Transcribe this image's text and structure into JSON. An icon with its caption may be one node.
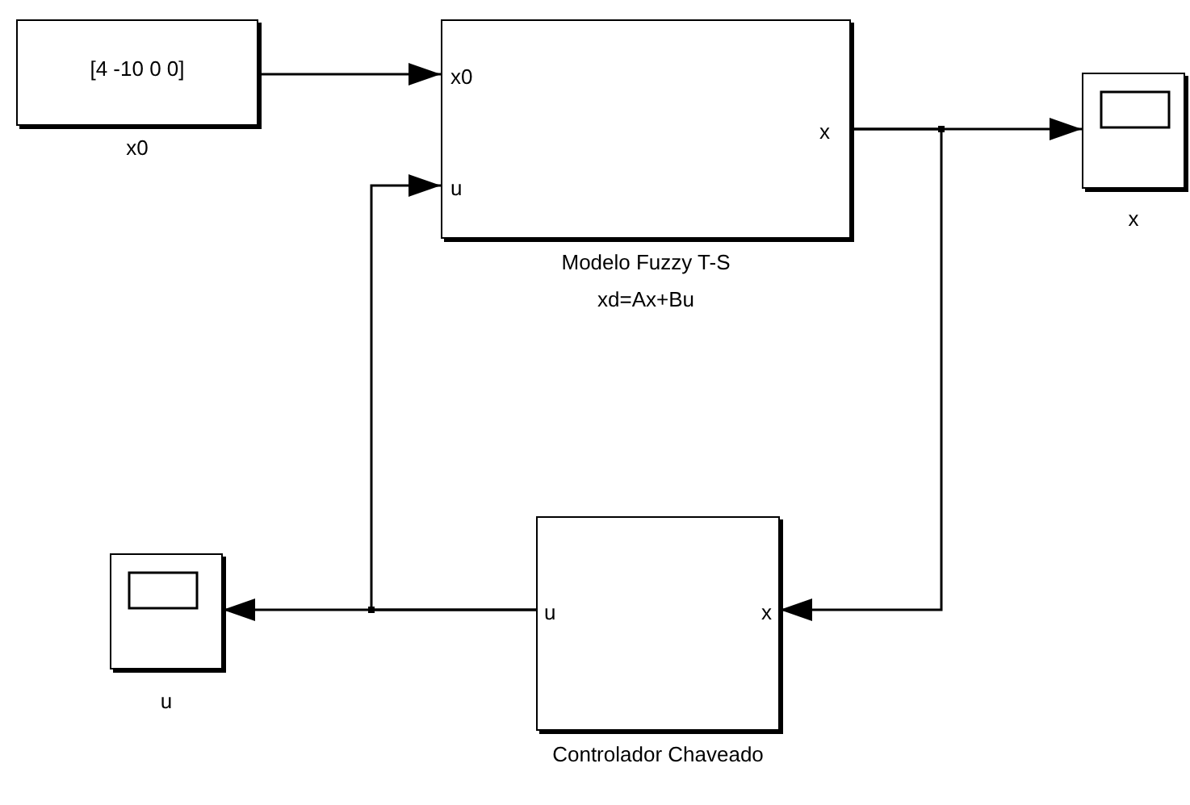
{
  "diagram": {
    "nodes": [
      {
        "text": [
          "[4 -10 0 0]"
        ],
        "beside": [
          "x0"
        ]
      },
      {
        "text": [
          "x0",
          "u",
          "x"
        ],
        "beside": [
          "Modelo Fuzzy T-S",
          "xd=Ax+Bu"
        ]
      },
      {
        "text": [],
        "shape": "box",
        "beside": [
          "x"
        ]
      },
      {
        "text": [
          "u",
          "x"
        ],
        "beside": [
          "Controlador Chaveado"
        ]
      },
      {
        "text": [],
        "shape": "box",
        "beside": [
          "u"
        ]
      }
    ],
    "edges": [
      {
        "from": 0,
        "to": 1,
        "arrow": "to"
      },
      {
        "from": 1,
        "to": 2,
        "arrow": "to"
      },
      {
        "from": 1,
        "to": 3,
        "arrow": "to"
      },
      {
        "from": 3,
        "to": 4,
        "arrow": "to"
      },
      {
        "from": 3,
        "to": 1,
        "arrow": "to"
      }
    ]
  }
}
